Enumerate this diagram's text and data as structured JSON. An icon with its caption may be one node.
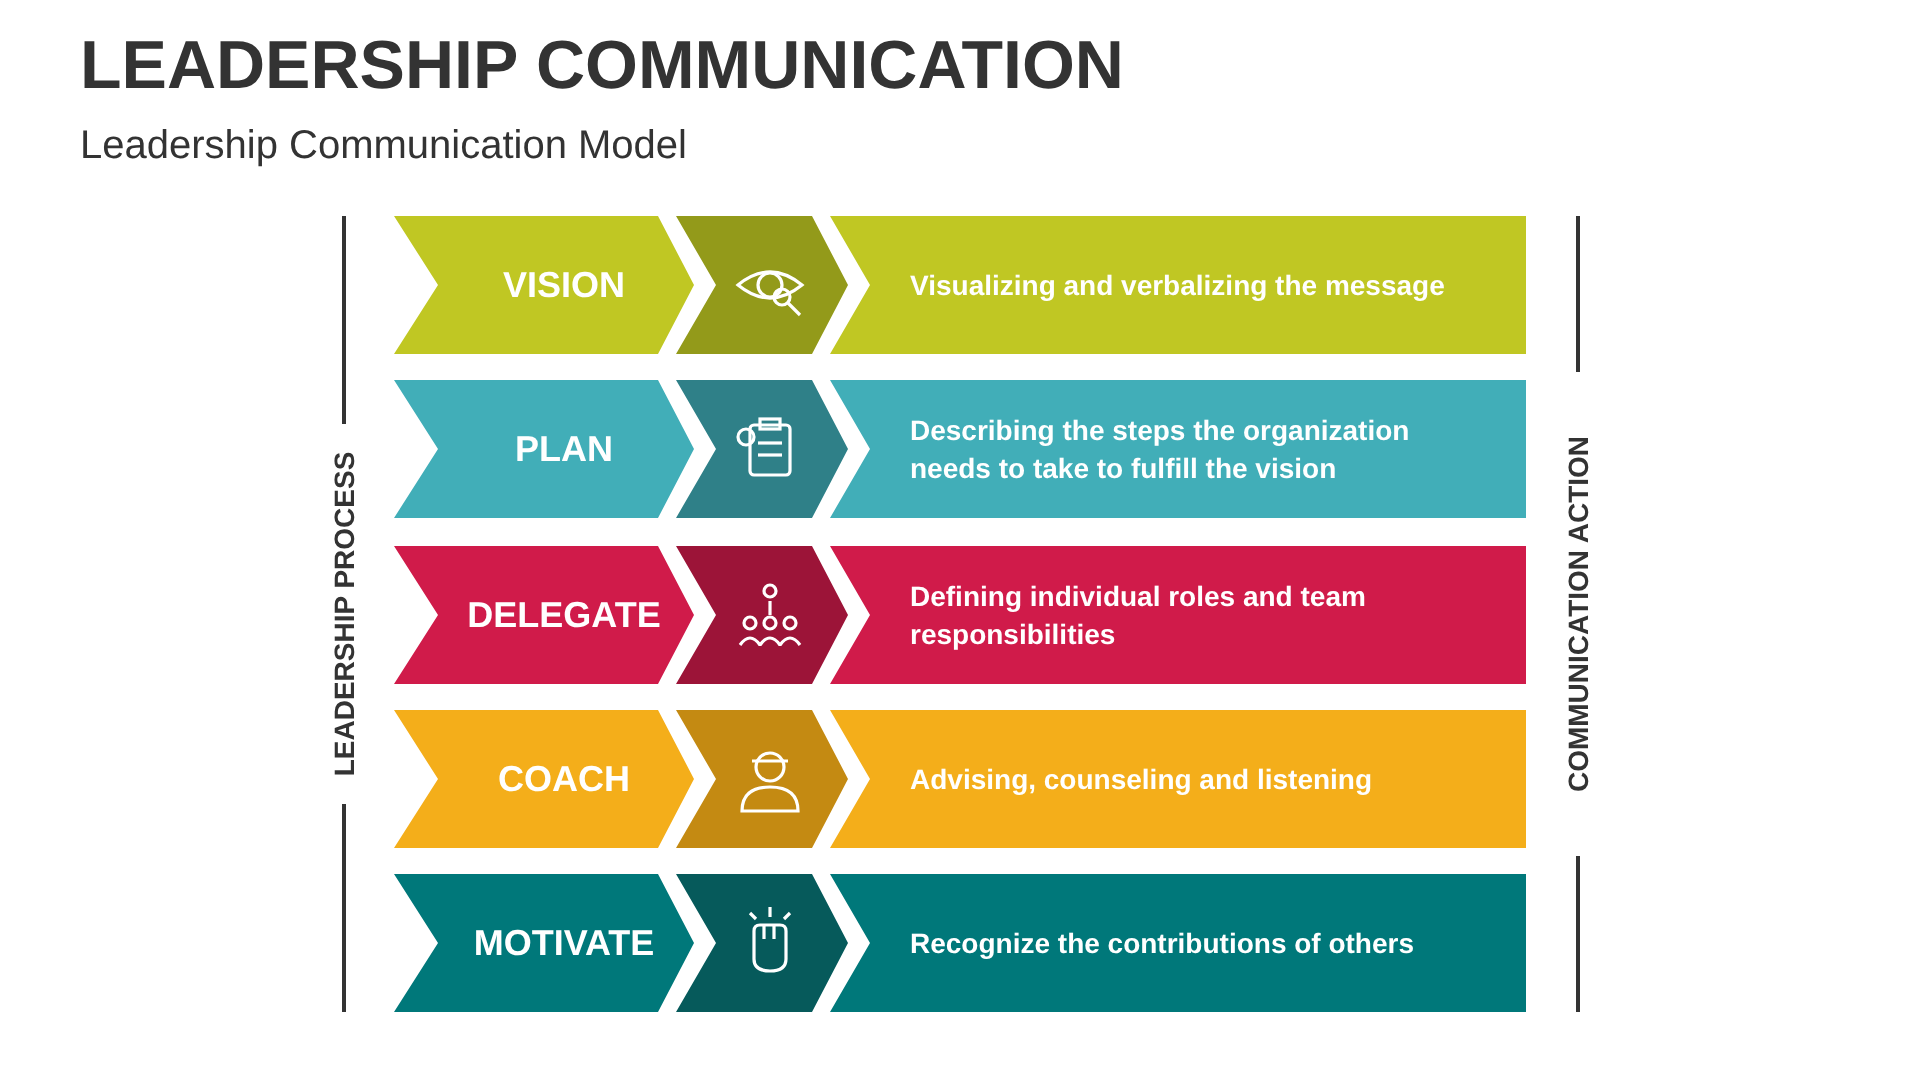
{
  "diagram": {
    "title": "LEADERSHIP COMMUNICATION",
    "nodes": [
      {
        "text": [
          "VISION"
        ]
      },
      {
        "text": [
          "Visualizing and verbalizing the message"
        ]
      },
      {
        "text": [
          "PLAN"
        ]
      },
      {
        "text": [
          "Describing the steps the organization needs to take to fulfill the vision"
        ]
      },
      {
        "text": [
          "DELEGATE"
        ]
      },
      {
        "text": [
          "Defining individual roles and team responsibilities"
        ]
      },
      {
        "text": [
          "COACH"
        ]
      },
      {
        "text": [
          "Advising, counseling and listening"
        ]
      },
      {
        "text": [
          "MOTIVATE"
        ]
      },
      {
        "text": [
          "Recognize the contributions of others"
        ]
      }
    ],
    "edges": [],
    "labels": [
      "Leadership Communication Model",
      "LEADERSHIP PROCESS",
      "COMMUNICATION ACTION"
    ]
  }
}
